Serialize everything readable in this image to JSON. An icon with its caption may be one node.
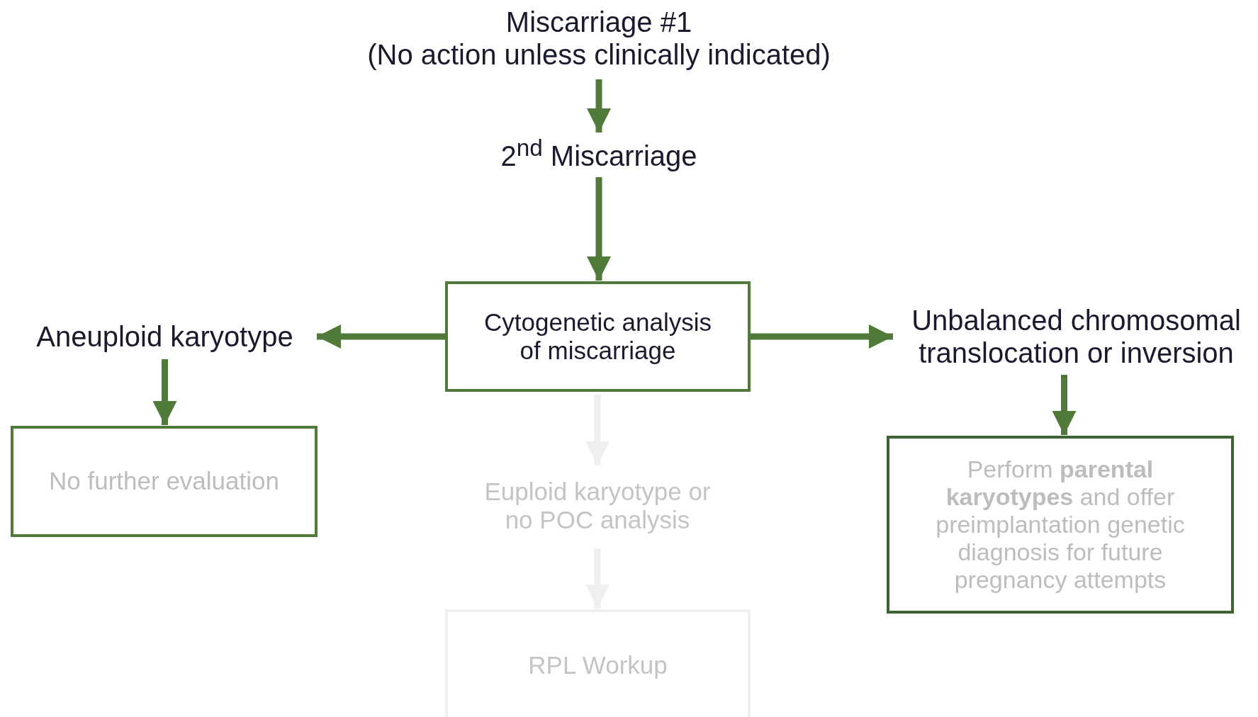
{
  "diagram": {
    "nodes": [
      {
        "text": [
          "Miscarriage #1",
          "(No action unless clinically indicated)"
        ]
      },
      {
        "text": [
          "2$^{nd}$ Miscarriage"
        ]
      },
      {
        "text": [
          "Cytogenetic analysis of miscarriage"
        ]
      },
      {
        "text": [
          "Aneuploid karyotype"
        ]
      },
      {
        "text": [
          "No further evaluation"
        ]
      },
      {
        "text": [
          "Unbalanced chromosomal translocation or inversion"
        ]
      },
      {
        "text": [
          "Perform **parental karyotypes** and offer preimplantation genetic diagnosis for future pregnancy attempts"
        ]
      },
      {
        "text": [
          "Euploid karyotype or no POC analysis"
        ]
      },
      {
        "text": [
          "RPL Workup"
        ]
      }
    ],
    "edges": [
      {
        "from": 0,
        "to": 1,
        "arrow": "to"
      },
      {
        "from": 1,
        "to": 2,
        "arrow": "to"
      },
      {
        "from": 2,
        "to": 3,
        "arrow": "to"
      },
      {
        "from": 3,
        "to": 4,
        "arrow": "to"
      },
      {
        "from": 2,
        "to": 5,
        "arrow": "to"
      },
      {
        "from": 5,
        "to": 6,
        "arrow": "to"
      },
      {
        "from": 2,
        "to": 7,
        "arrow": "to",
        "color": "#efefef"
      },
      {
        "from": 7,
        "to": 8,
        "arrow": "to",
        "color": "#efefef"
      }
    ]
  }
}
